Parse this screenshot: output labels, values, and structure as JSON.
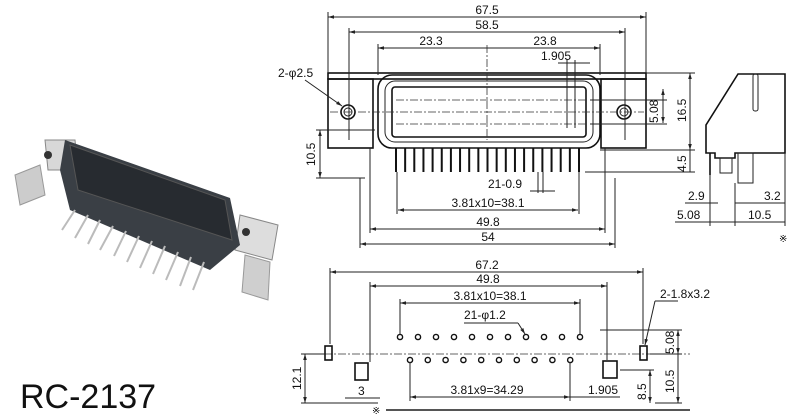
{
  "model": "RC-2137",
  "front_view": {
    "overall_width": "67.5",
    "hole_spacing": "58.5",
    "left_half": "23.3",
    "right_half": "23.8",
    "pin_offset": "1.905",
    "holes": "2-φ2.5",
    "flange_height": "10.5",
    "row_pitch": "5.08",
    "body_height": "16.5",
    "pin_length": "4.5",
    "pins": "21-0.9",
    "pin_span": "3.81x10=38.1",
    "inner_width": "49.8",
    "outer_width": "54"
  },
  "side_view": {
    "a": "2.9",
    "b": "3.2",
    "c": "5.08",
    "d": "10.5",
    "mark": "※"
  },
  "pcb_layout": {
    "overall_width": "67.2",
    "peg_spacing": "49.8",
    "top_row_span": "3.81x10=38.1",
    "holes": "21-φ1.2",
    "slots": "2-1.8x3.2",
    "peg_to_edge": "12.1",
    "peg_width": "3",
    "bottom_row_span": "3.81x9=34.29",
    "offset": "1.905",
    "row_pitch": "5.08",
    "peg_offset": "8.5",
    "slot_offset": "10.5",
    "mark": "※"
  }
}
